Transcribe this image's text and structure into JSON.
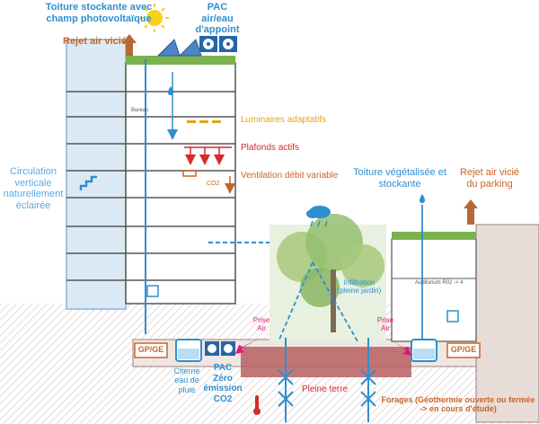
{
  "labels": {
    "toiture_stockante": "Toiture stockante avec\nchamp photovoltaïque",
    "pac_appoint": "PAC\nair/eau\nd'appoint",
    "rejet_air_vicie": "Rejet air vicié",
    "luminaires": "Luminaires adaptatifs",
    "plafonds": "Plafonds actifs",
    "ventilation": "Ventilation débit variable",
    "co2_small": "CO2",
    "circulation": "Circulation\nverticale\nnaturellement\néclairée",
    "toiture_vegetalisee": "Toiture végétalisée et\nstockante",
    "rejet_parking": "Rejet air vicié\ndu parking",
    "infiltration": "Infiltration\n(pleine jardin)",
    "prise_air_left": "Prise\nAir",
    "prise_air_right": "Prise\nAir",
    "gp_ge_left": "GP/GE",
    "gp_ge_right": "GP/GE",
    "citerne": "Citerne\neau de\npluie",
    "pac_zero": "PAC\nZéro\némission\nCO2",
    "pleine_terre": "Pleine terre",
    "forages": "Forages (Géothermie ouverte ou fermée\n-> en cours d'étude)",
    "bureau": "Bureau",
    "auditorium": "Auditorium R02 -> 4"
  },
  "colors": {
    "blue": "#2e8fd0",
    "orange": "#c86428",
    "yellow": "#e3a31a",
    "red": "#d82a2a",
    "magenta": "#e0197a",
    "green": "#7bb24e"
  }
}
